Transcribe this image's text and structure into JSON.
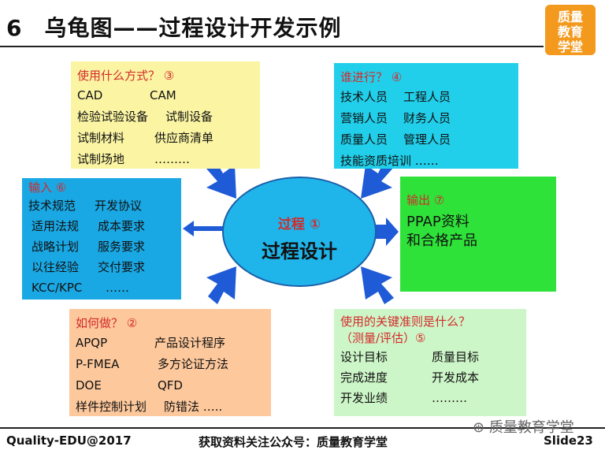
{
  "title": {
    "number": "6",
    "text": "乌龟图——过程设计开发示例"
  },
  "logo": {
    "line1": "质量",
    "line2": "教育",
    "line3": "学堂"
  },
  "box_how_method": {
    "heading": "使用什么方式？ ③",
    "rows": [
      [
        "CAD",
        "CAM"
      ],
      [
        "检验试验设备",
        "试制设备"
      ],
      [
        "试制材料",
        "供应商清单"
      ],
      [
        "试制场地",
        "………"
      ]
    ]
  },
  "box_who": {
    "heading": "谁进行？ ④",
    "rows": [
      [
        "技术人员",
        "工程人员"
      ],
      [
        "营销人员",
        "财务人员"
      ],
      [
        "质量人员",
        "管理人员"
      ],
      [
        "技能资质培训 ……"
      ]
    ]
  },
  "box_input": {
    "heading": "输入 ⑥",
    "rows": [
      [
        "技术规范",
        "开发协议"
      ],
      [
        "适用法规",
        "成本要求"
      ],
      [
        "战略计划",
        "服务要求"
      ],
      [
        "以往经验",
        "交付要求"
      ],
      [
        "KCC/KPC",
        "……"
      ]
    ]
  },
  "process": {
    "label": "过程 ①",
    "name": "过程设计"
  },
  "box_output": {
    "heading": "输出 ⑦",
    "lines": [
      "PPAP资料",
      "和合格产品"
    ]
  },
  "box_how_do": {
    "heading": "如何做？ ②",
    "rows": [
      [
        "APQP",
        "产品设计程序"
      ],
      [
        "P-FMEA",
        "多方论证方法"
      ],
      [
        "DOE",
        "QFD"
      ],
      [
        "样件控制计划",
        "防错法 ….."
      ]
    ]
  },
  "box_criteria": {
    "heading": "使用的关键准则是什么？",
    "subheading": "（测量/评估）⑤",
    "rows": [
      [
        "设计目标",
        "质量目标"
      ],
      [
        "完成进度",
        "开发成本"
      ],
      [
        "开发业绩",
        "………"
      ]
    ]
  },
  "footer": {
    "left": "Quality-EDU@2017",
    "center": "获取资料关注公众号：质量教育学堂",
    "right": "Slide23",
    "watermark": "质量教育学堂"
  }
}
